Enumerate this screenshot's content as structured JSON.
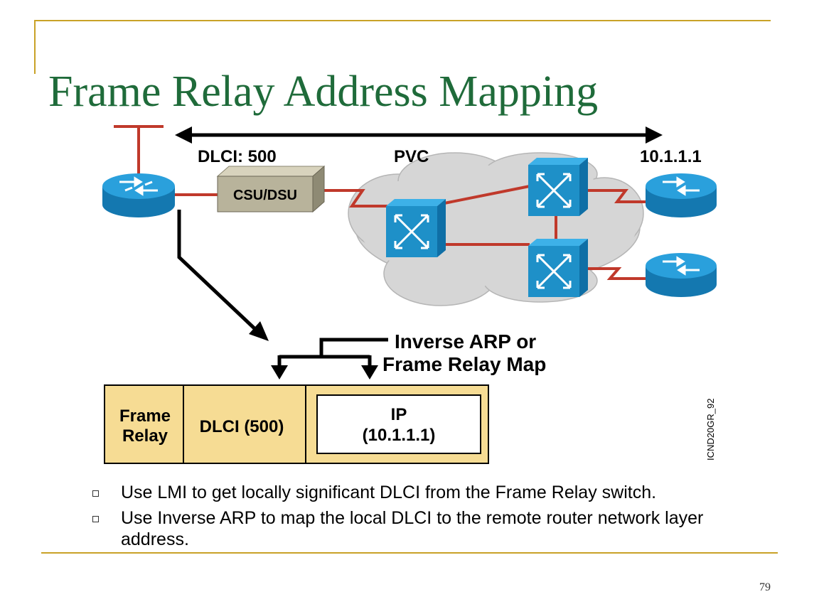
{
  "slide": {
    "title": "Frame Relay Address Mapping",
    "page_number": "79"
  },
  "diagram": {
    "dlci_label": "DLCI: 500",
    "pvc_label": "PVC",
    "remote_ip_label": "10.1.1.1",
    "csu_dsu_label": "CSU/DSU",
    "mapping_label_line1": "Inverse ARP or",
    "mapping_label_line2": "Frame Relay Map",
    "table": {
      "col1_line1": "Frame",
      "col1_line2": "Relay",
      "col2": "DLCI (500)",
      "col3_line1": "IP",
      "col3_line2": "(10.1.1.1)"
    },
    "figure_id": "ICND20GR_92",
    "colors": {
      "link": "#c0392b",
      "router": "#1c8fc6",
      "switch": "#1e90c8",
      "cloud": "#d6d6d6",
      "table_fill": "#f6dc94",
      "title": "#1f6b3a"
    }
  },
  "bullets": [
    "Use LMI to get locally significant DLCI from the Frame Relay switch.",
    "Use Inverse ARP to map the local DLCI to the remote router network layer address."
  ]
}
